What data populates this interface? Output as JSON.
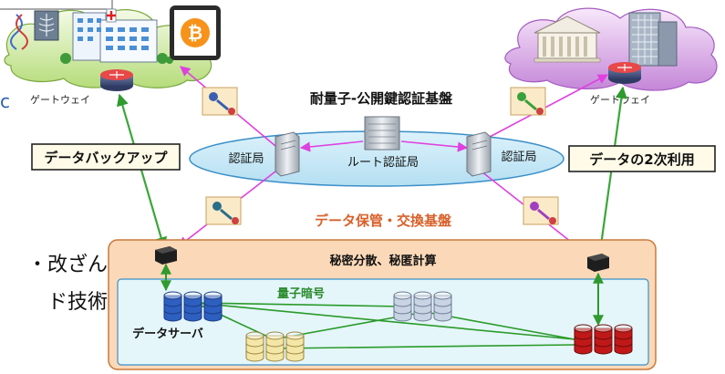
{
  "left_gateway": "ゲートウェイ",
  "right_gateway": "ゲートウェイ",
  "pki_title": "耐量子-公開鍵認証基盤",
  "left_ca": "認証局",
  "right_ca": "認証局",
  "root_ca": "ルート認証局",
  "backup_label": "データバックアップ",
  "secondary_use_label": "データの2次利用",
  "storage_title": "データ保管・交換基盤",
  "secret_sharing": "秘密分散、秘匿計算",
  "quantum_crypto": "量子暗号",
  "data_server": "データサーバ",
  "cut_text_line1": "・改ざん",
  "cut_text_line2": "ド技術",
  "cut_text_letter": "c",
  "bitcoin_symbol": "₿",
  "colors": {
    "pki_ellipse": "#c8e8f6",
    "storage_box": "#fbd9b8",
    "quantum_box": "#e4f6fa",
    "ca_link": "#e040e0",
    "backup_link": "#3aa63a",
    "storage_title": "#d9602a",
    "server_blue": "#2d5fc0",
    "server_gray": "#c8d4e4",
    "server_yellow": "#f4e6a6",
    "server_red": "#c01818"
  }
}
